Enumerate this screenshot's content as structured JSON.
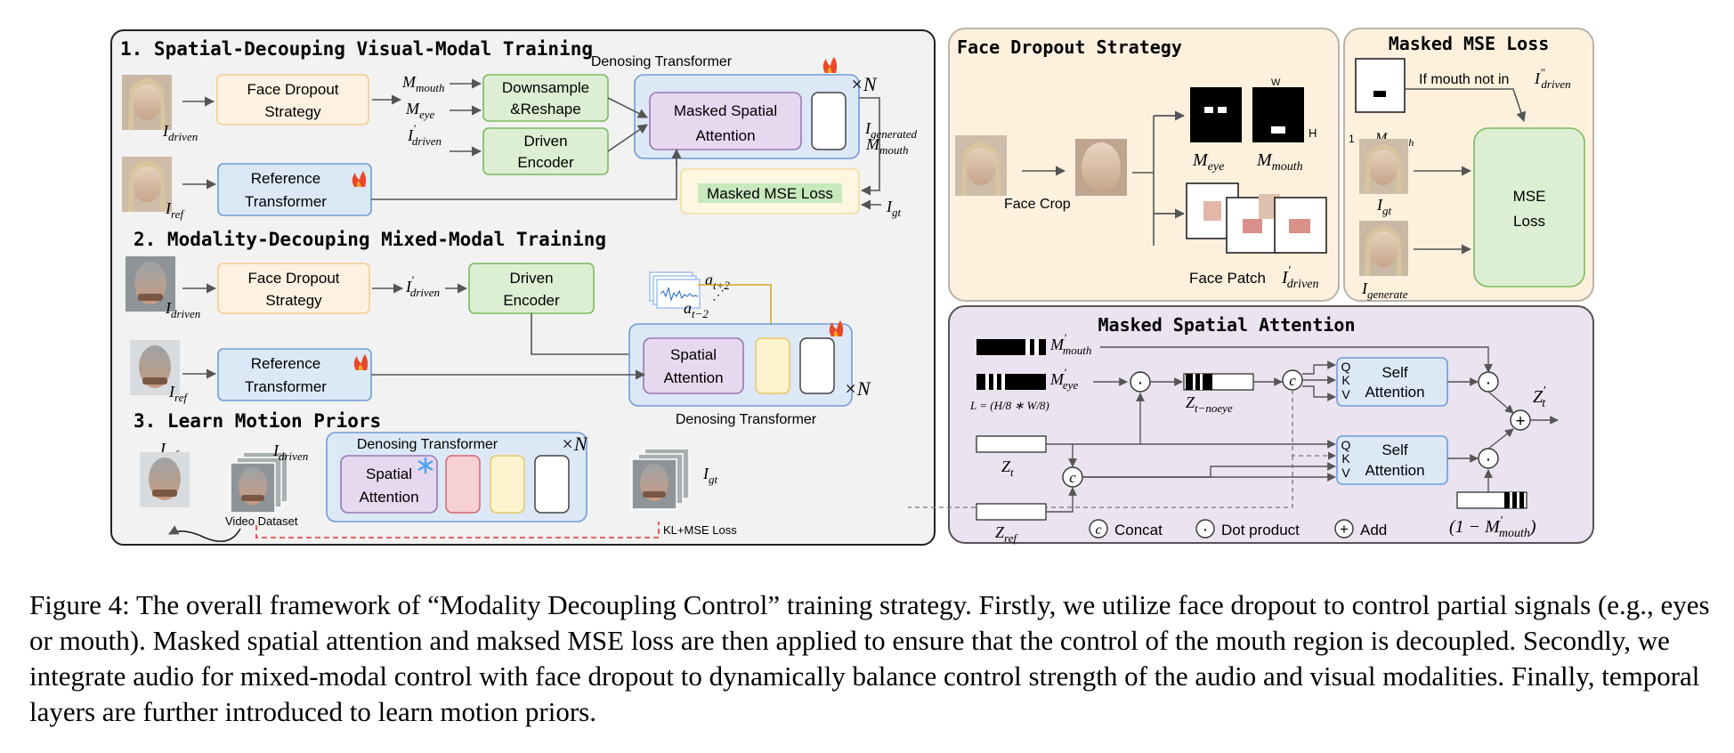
{
  "colors": {
    "orange_fill": "#fdf2e2",
    "orange_stroke": "#f3cd8f",
    "green_fill": "#dcefd3",
    "green_stroke": "#7cba5f",
    "blue_fill": "#dde8f7",
    "blue_stroke": "#6f9bd8",
    "purple_fill": "#e6d8ee",
    "purple_stroke": "#9a77b4",
    "yellow_fill": "#fdf3cf",
    "yellow_stroke": "#e8c868",
    "red_fill": "#f7d0d3",
    "red_stroke": "#d8656d",
    "panel_gray": "#f2f2f2",
    "panel_orange": "#fdf1de",
    "panel_purple": "#ebe3f0",
    "mse_green": "#c8e8bd"
  },
  "sections": {
    "s1": "1. Spatial-Decouping Visual-Modal  Training",
    "s2": "2. Modality-Decouping Mixed-Modal Training",
    "s3": "3. Learn Motion Priors"
  },
  "boxes": {
    "face_dropout": "Face Dropout",
    "strategy": "Strategy",
    "downsample": "Downsample",
    "reshape": "&Reshape",
    "driven": "Driven",
    "encoder": "Encoder",
    "reference": "Reference",
    "transformer": "Transformer",
    "masked_spatial": "Masked Spatial",
    "attention": "Attention",
    "spatial": "Spatial",
    "masked_mse_loss": "Masked MSE Loss",
    "denosing_transformer": "Denosing Transformer",
    "video_dataset": "Video Dataset",
    "kl_mse_loss": "KL+MSE Loss",
    "n_multiplier": "×N"
  },
  "math": {
    "I": "I",
    "driven": "driven",
    "ref": "ref",
    "gt": "gt",
    "generated": "generated",
    "generate": "generate",
    "M": "M",
    "mouth": "mouth",
    "eye": "eye",
    "prime": "′",
    "dprime": "″",
    "a": "a",
    "t_plus_2": "t+2",
    "t_minus_2": "t−2",
    "Z": "Z",
    "t": "t",
    "t_noeye": "t−noeye",
    "L_formula": "L = (H/8 ∗ W/8)",
    "one_minus": "(1 − ",
    "close_paren": ")",
    "dot": "·",
    "c": "c",
    "plus": "+",
    "one": "1"
  },
  "face_dropout_panel": {
    "title": "Face Dropout Strategy",
    "face_crop": "Face Crop",
    "face_patch": "Face Patch",
    "W": "W",
    "H": "H"
  },
  "masked_mse_panel": {
    "title": "Masked MSE Loss",
    "if_mouth": "If mouth not in",
    "mse": "MSE",
    "loss": "Loss"
  },
  "msa_panel": {
    "title": "Masked Spatial Attention",
    "self": "Self",
    "attention": "Attention",
    "q": "Q",
    "k": "K",
    "v": "V",
    "legend_concat": "Concat",
    "legend_dot": "Dot product",
    "legend_add": "Add"
  },
  "caption": "Figure 4: The overall framework of “Modality Decoupling Control” training strategy. Firstly, we utilize face dropout to control partial signals (e.g., eyes or mouth). Masked spatial attention and maksed MSE loss are then applied to ensure that the control of the mouth region is decoupled. Secondly, we integrate audio for mixed-modal control with face dropout to dynamically balance control strength of the audio and visual modalities. Finally, temporal layers are further introduced to learn motion priors."
}
